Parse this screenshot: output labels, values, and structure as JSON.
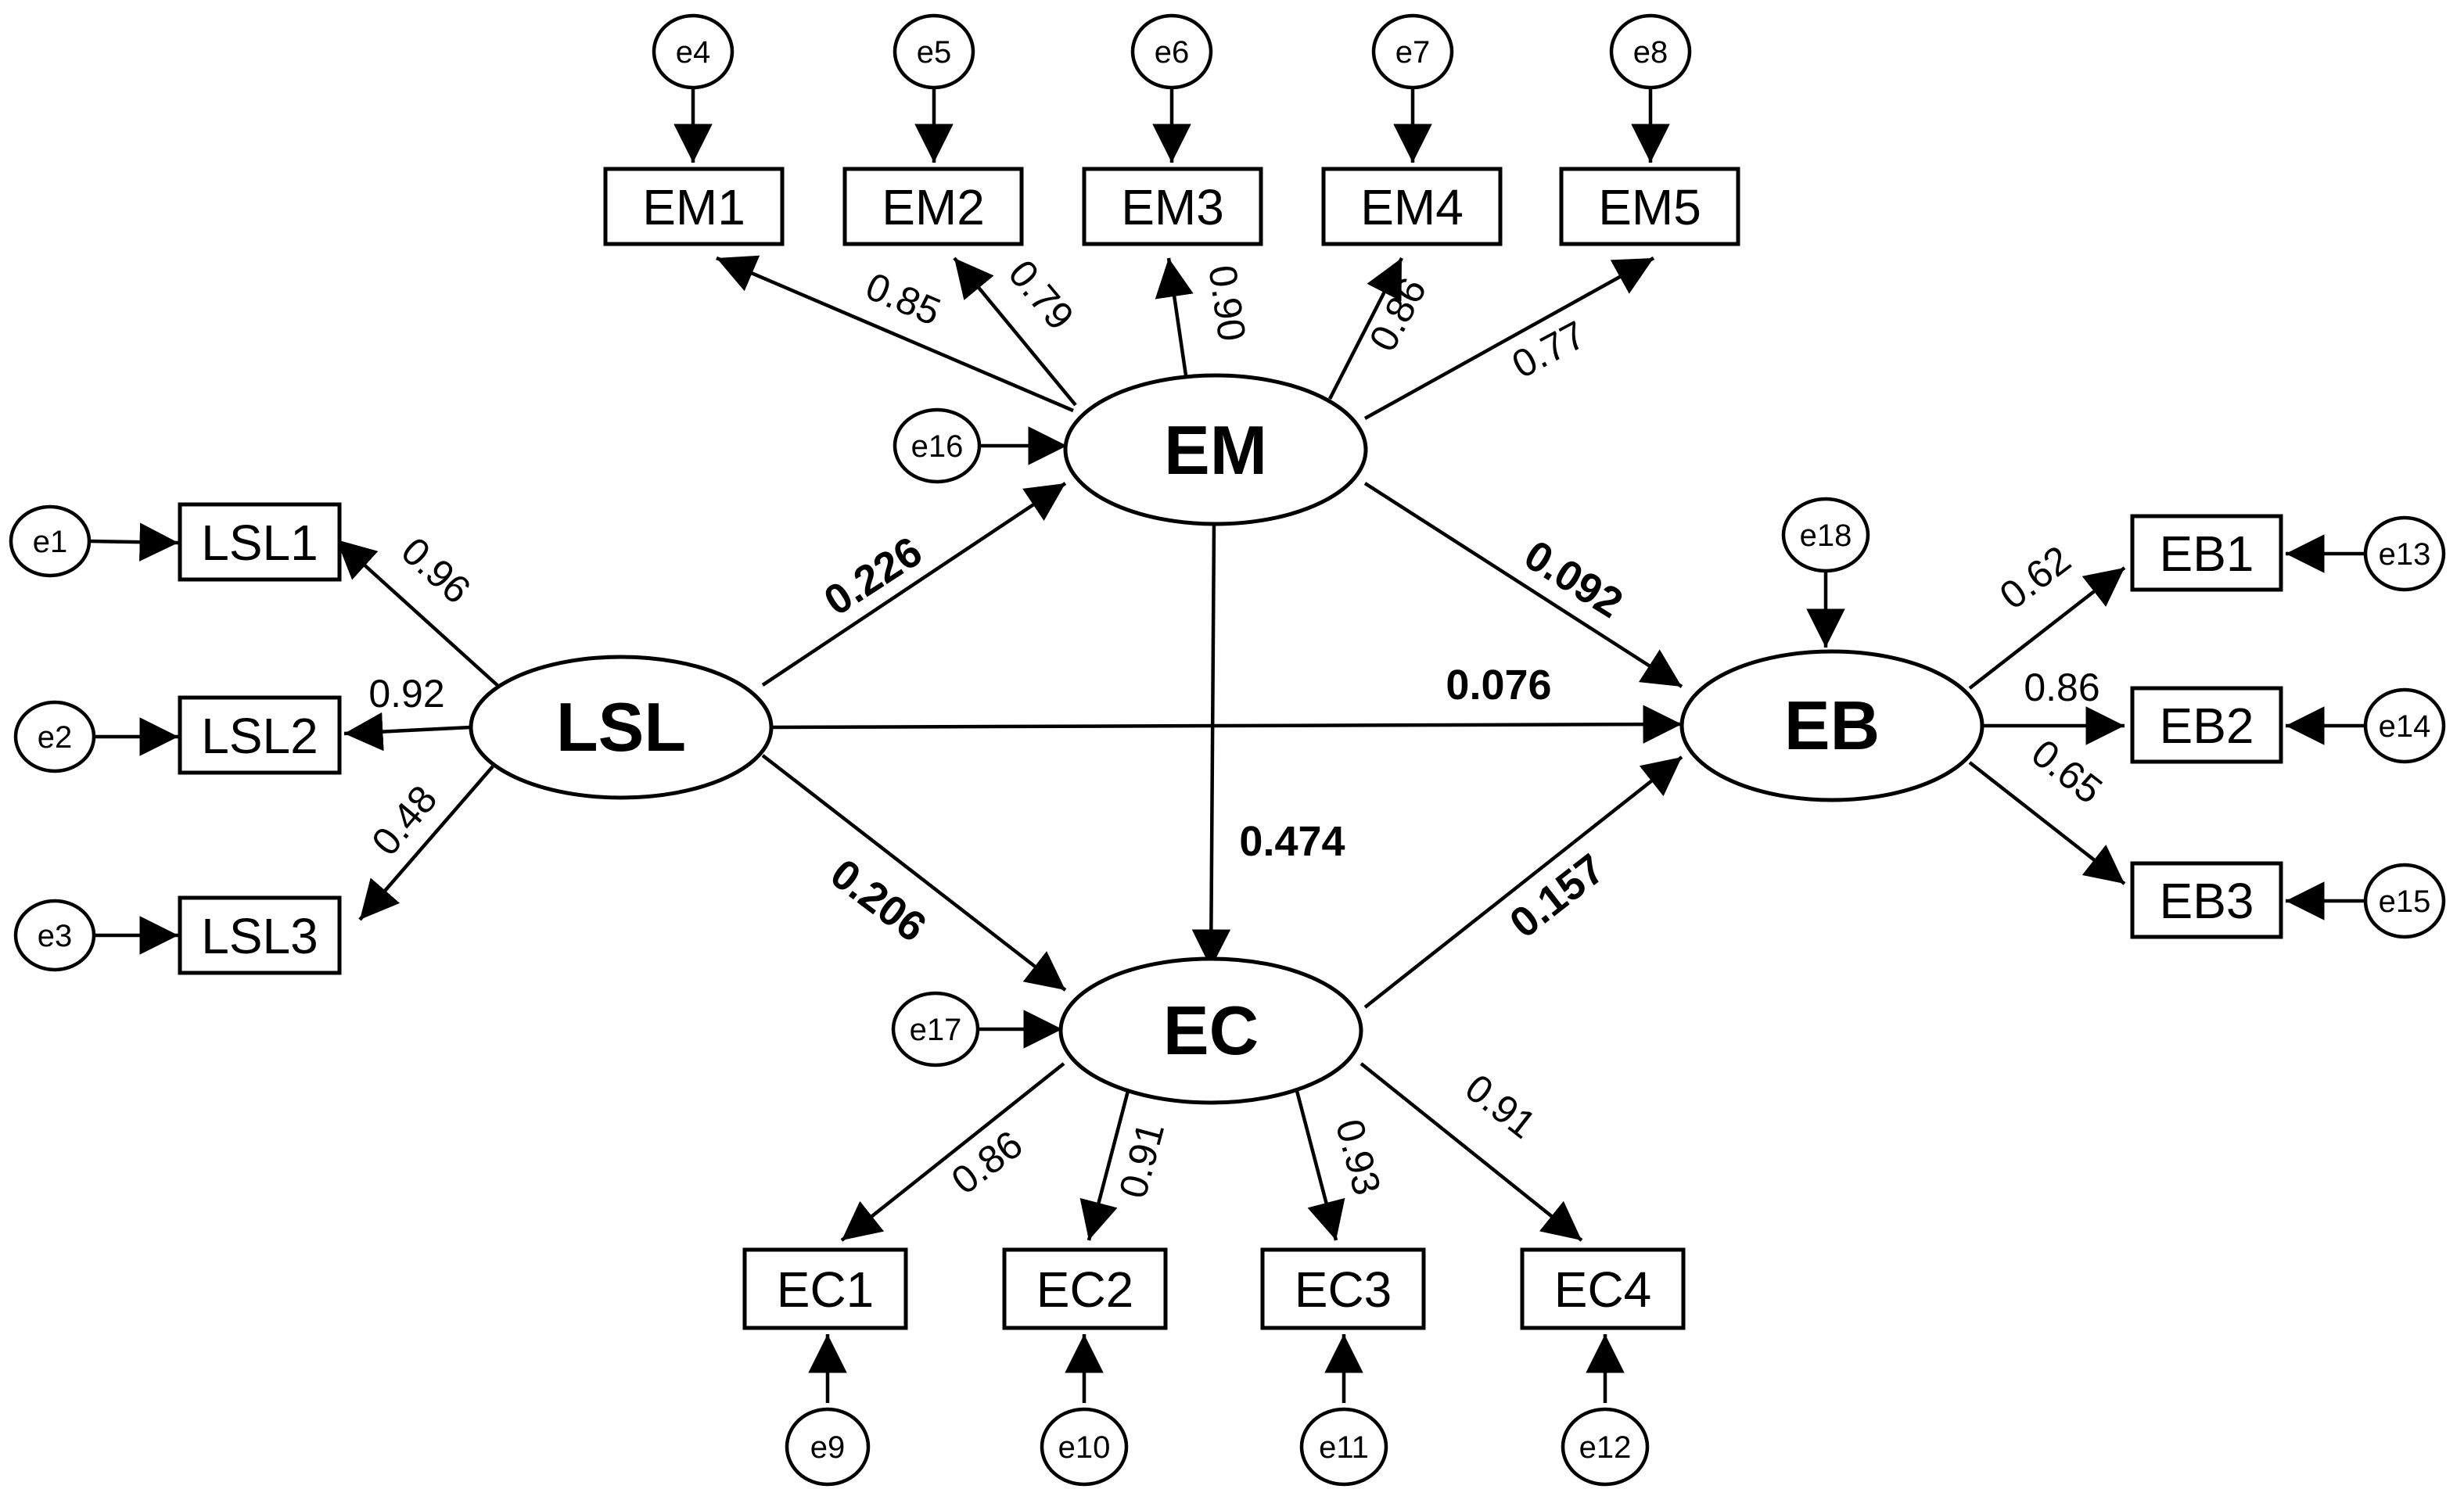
{
  "colors": {
    "stroke": "#000000",
    "background": "#ffffff"
  },
  "latents": {
    "LSL": "LSL",
    "EM": "EM",
    "EC": "EC",
    "EB": "EB"
  },
  "indicators": {
    "LSL1": "LSL1",
    "LSL2": "LSL2",
    "LSL3": "LSL3",
    "EM1": "EM1",
    "EM2": "EM2",
    "EM3": "EM3",
    "EM4": "EM4",
    "EM5": "EM5",
    "EC1": "EC1",
    "EC2": "EC2",
    "EC3": "EC3",
    "EC4": "EC4",
    "EB1": "EB1",
    "EB2": "EB2",
    "EB3": "EB3"
  },
  "errors": {
    "e1": "e1",
    "e2": "e2",
    "e3": "e3",
    "e4": "e4",
    "e5": "e5",
    "e6": "e6",
    "e7": "e7",
    "e8": "e8",
    "e9": "e9",
    "e10": "e10",
    "e11": "e11",
    "e12": "e12",
    "e13": "e13",
    "e14": "e14",
    "e15": "e15",
    "e16": "e16",
    "e17": "e17",
    "e18": "e18"
  },
  "loadings": {
    "LSL1": "0.96",
    "LSL2": "0.92",
    "LSL3": "0.48",
    "EM1": "0.85",
    "EM2": "0.79",
    "EM3": "0.90",
    "EM4": "0.86",
    "EM5": "0.77",
    "EC1": "0.86",
    "EC2": "0.91",
    "EC3": "0.93",
    "EC4": "0.91",
    "EB1": "0.62",
    "EB2": "0.86",
    "EB3": "0.65"
  },
  "paths": {
    "LSL_EM": "0.226",
    "LSL_EC": "0.206",
    "LSL_EB": "0.076",
    "EM_EB": "0.092",
    "EM_EC": "0.474",
    "EC_EB": "0.157"
  }
}
